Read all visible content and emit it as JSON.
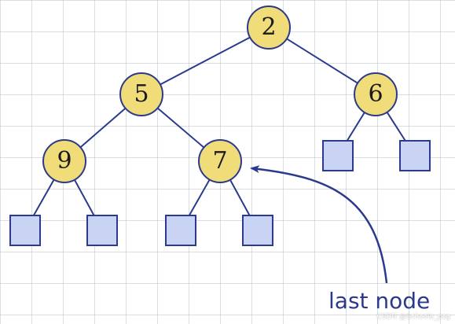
{
  "diagram": {
    "colors": {
      "edge": "#2b3a8c",
      "node_fill": "#f0dc78",
      "node_stroke": "#2b3a8c",
      "leaf_fill": "#c9d4f5",
      "leaf_stroke": "#2b3a8c",
      "caption": "#2b3a8c"
    },
    "nodes": [
      {
        "id": "n2",
        "label": "2"
      },
      {
        "id": "n5",
        "label": "5"
      },
      {
        "id": "n6",
        "label": "6"
      },
      {
        "id": "n9",
        "label": "9"
      },
      {
        "id": "n7",
        "label": "7"
      }
    ],
    "leaves": [
      "l6a",
      "l6b",
      "l9a",
      "l9b",
      "l7a",
      "l7b"
    ],
    "edges": [
      [
        "n2",
        "n5"
      ],
      [
        "n2",
        "n6"
      ],
      [
        "n5",
        "n9"
      ],
      [
        "n5",
        "n7"
      ],
      [
        "n6",
        "l6a"
      ],
      [
        "n6",
        "l6b"
      ],
      [
        "n9",
        "l9a"
      ],
      [
        "n9",
        "l9b"
      ],
      [
        "n7",
        "l7a"
      ],
      [
        "n7",
        "l7b"
      ]
    ],
    "caption": "last node",
    "caption_points_to": "n7",
    "watermark": "CSDN @Scheele_pzg"
  }
}
